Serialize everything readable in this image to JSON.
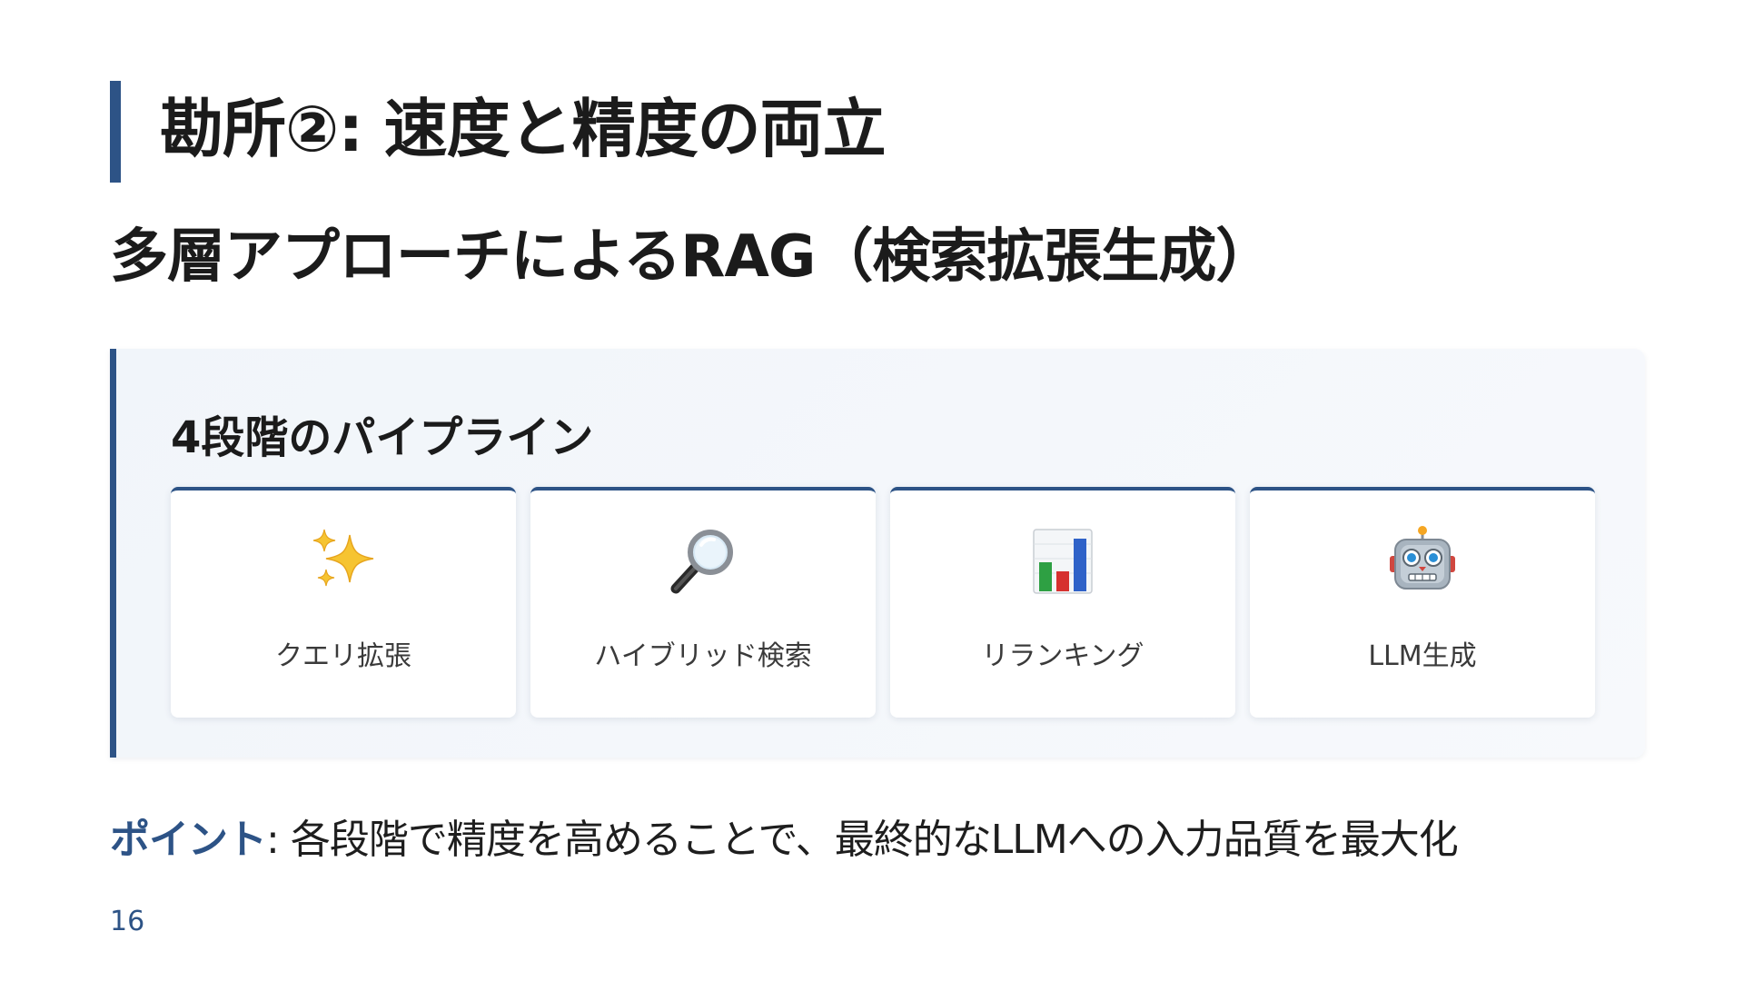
{
  "slide": {
    "title": "勘所②: 速度と精度の両立",
    "subtitle": "多層アプローチによるRAG（検索拡張生成）",
    "panel": {
      "heading": "4段階のパイプライン",
      "steps": [
        {
          "icon": "sparkles-icon",
          "label": "クエリ拡張"
        },
        {
          "icon": "magnifying-glass-icon",
          "label": "ハイブリッド検索"
        },
        {
          "icon": "bar-chart-icon",
          "label": "リランキング"
        },
        {
          "icon": "robot-icon",
          "label": "LLM生成"
        }
      ]
    },
    "point": {
      "label": "ポイント",
      "separator": ":",
      "text": " 各段階で精度を高めることで、最終的なLLMへの入力品質を最大化"
    },
    "page_number": "16"
  },
  "colors": {
    "accent": "#2d5386",
    "panel_background": "#f3f6fa",
    "card_background": "#ffffff",
    "text": "#1e1e1e"
  }
}
